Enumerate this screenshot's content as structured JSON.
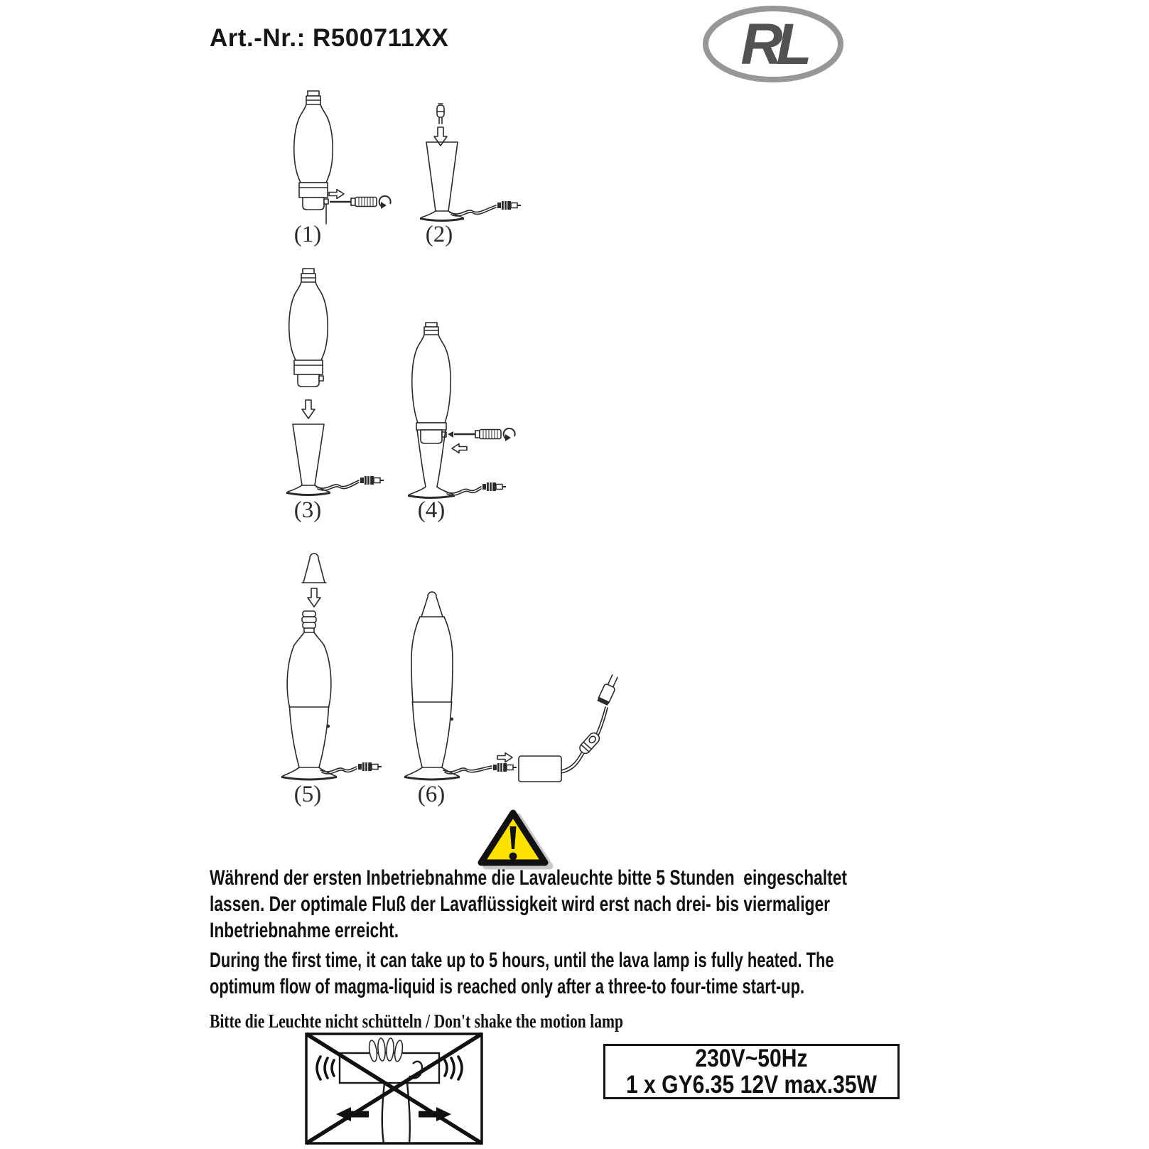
{
  "header": {
    "article_number": "Art.-Nr.: R500711XX",
    "logo_text": "RL"
  },
  "steps": [
    {
      "label": "(1)"
    },
    {
      "label": "(2)"
    },
    {
      "label": "(3)"
    },
    {
      "label": "(4)"
    },
    {
      "label": "(5)"
    },
    {
      "label": "(6)"
    }
  ],
  "notices": {
    "german": "Während der ersten Inbetriebnahme die Lavaleuchte bitte 5 Stunden  eingeschaltet\nlassen. Der optimale Fluß der Lavaflüssigkeit wird erst nach drei- bis viermaliger\nInbetriebnahme erreicht.",
    "english": "During the first time, it can take up to 5 hours, until the lava lamp is fully heated. The\noptimum flow of magma-liquid is reached only after a three-to four-time start-up.",
    "shake_caption": "Bitte die Leuchte nicht schütteln / Don't shake the motion lamp"
  },
  "specs": {
    "voltage": "230V~50Hz",
    "bulb": "1 x GY6.35 12V max.35W"
  },
  "colors": {
    "warning_yellow": "#ffe100",
    "ink": "#2a2a2a",
    "logo_ring_gray": "#979797",
    "logo_letter_gray": "#525252",
    "shadow_gray": "#c9c9c9"
  }
}
